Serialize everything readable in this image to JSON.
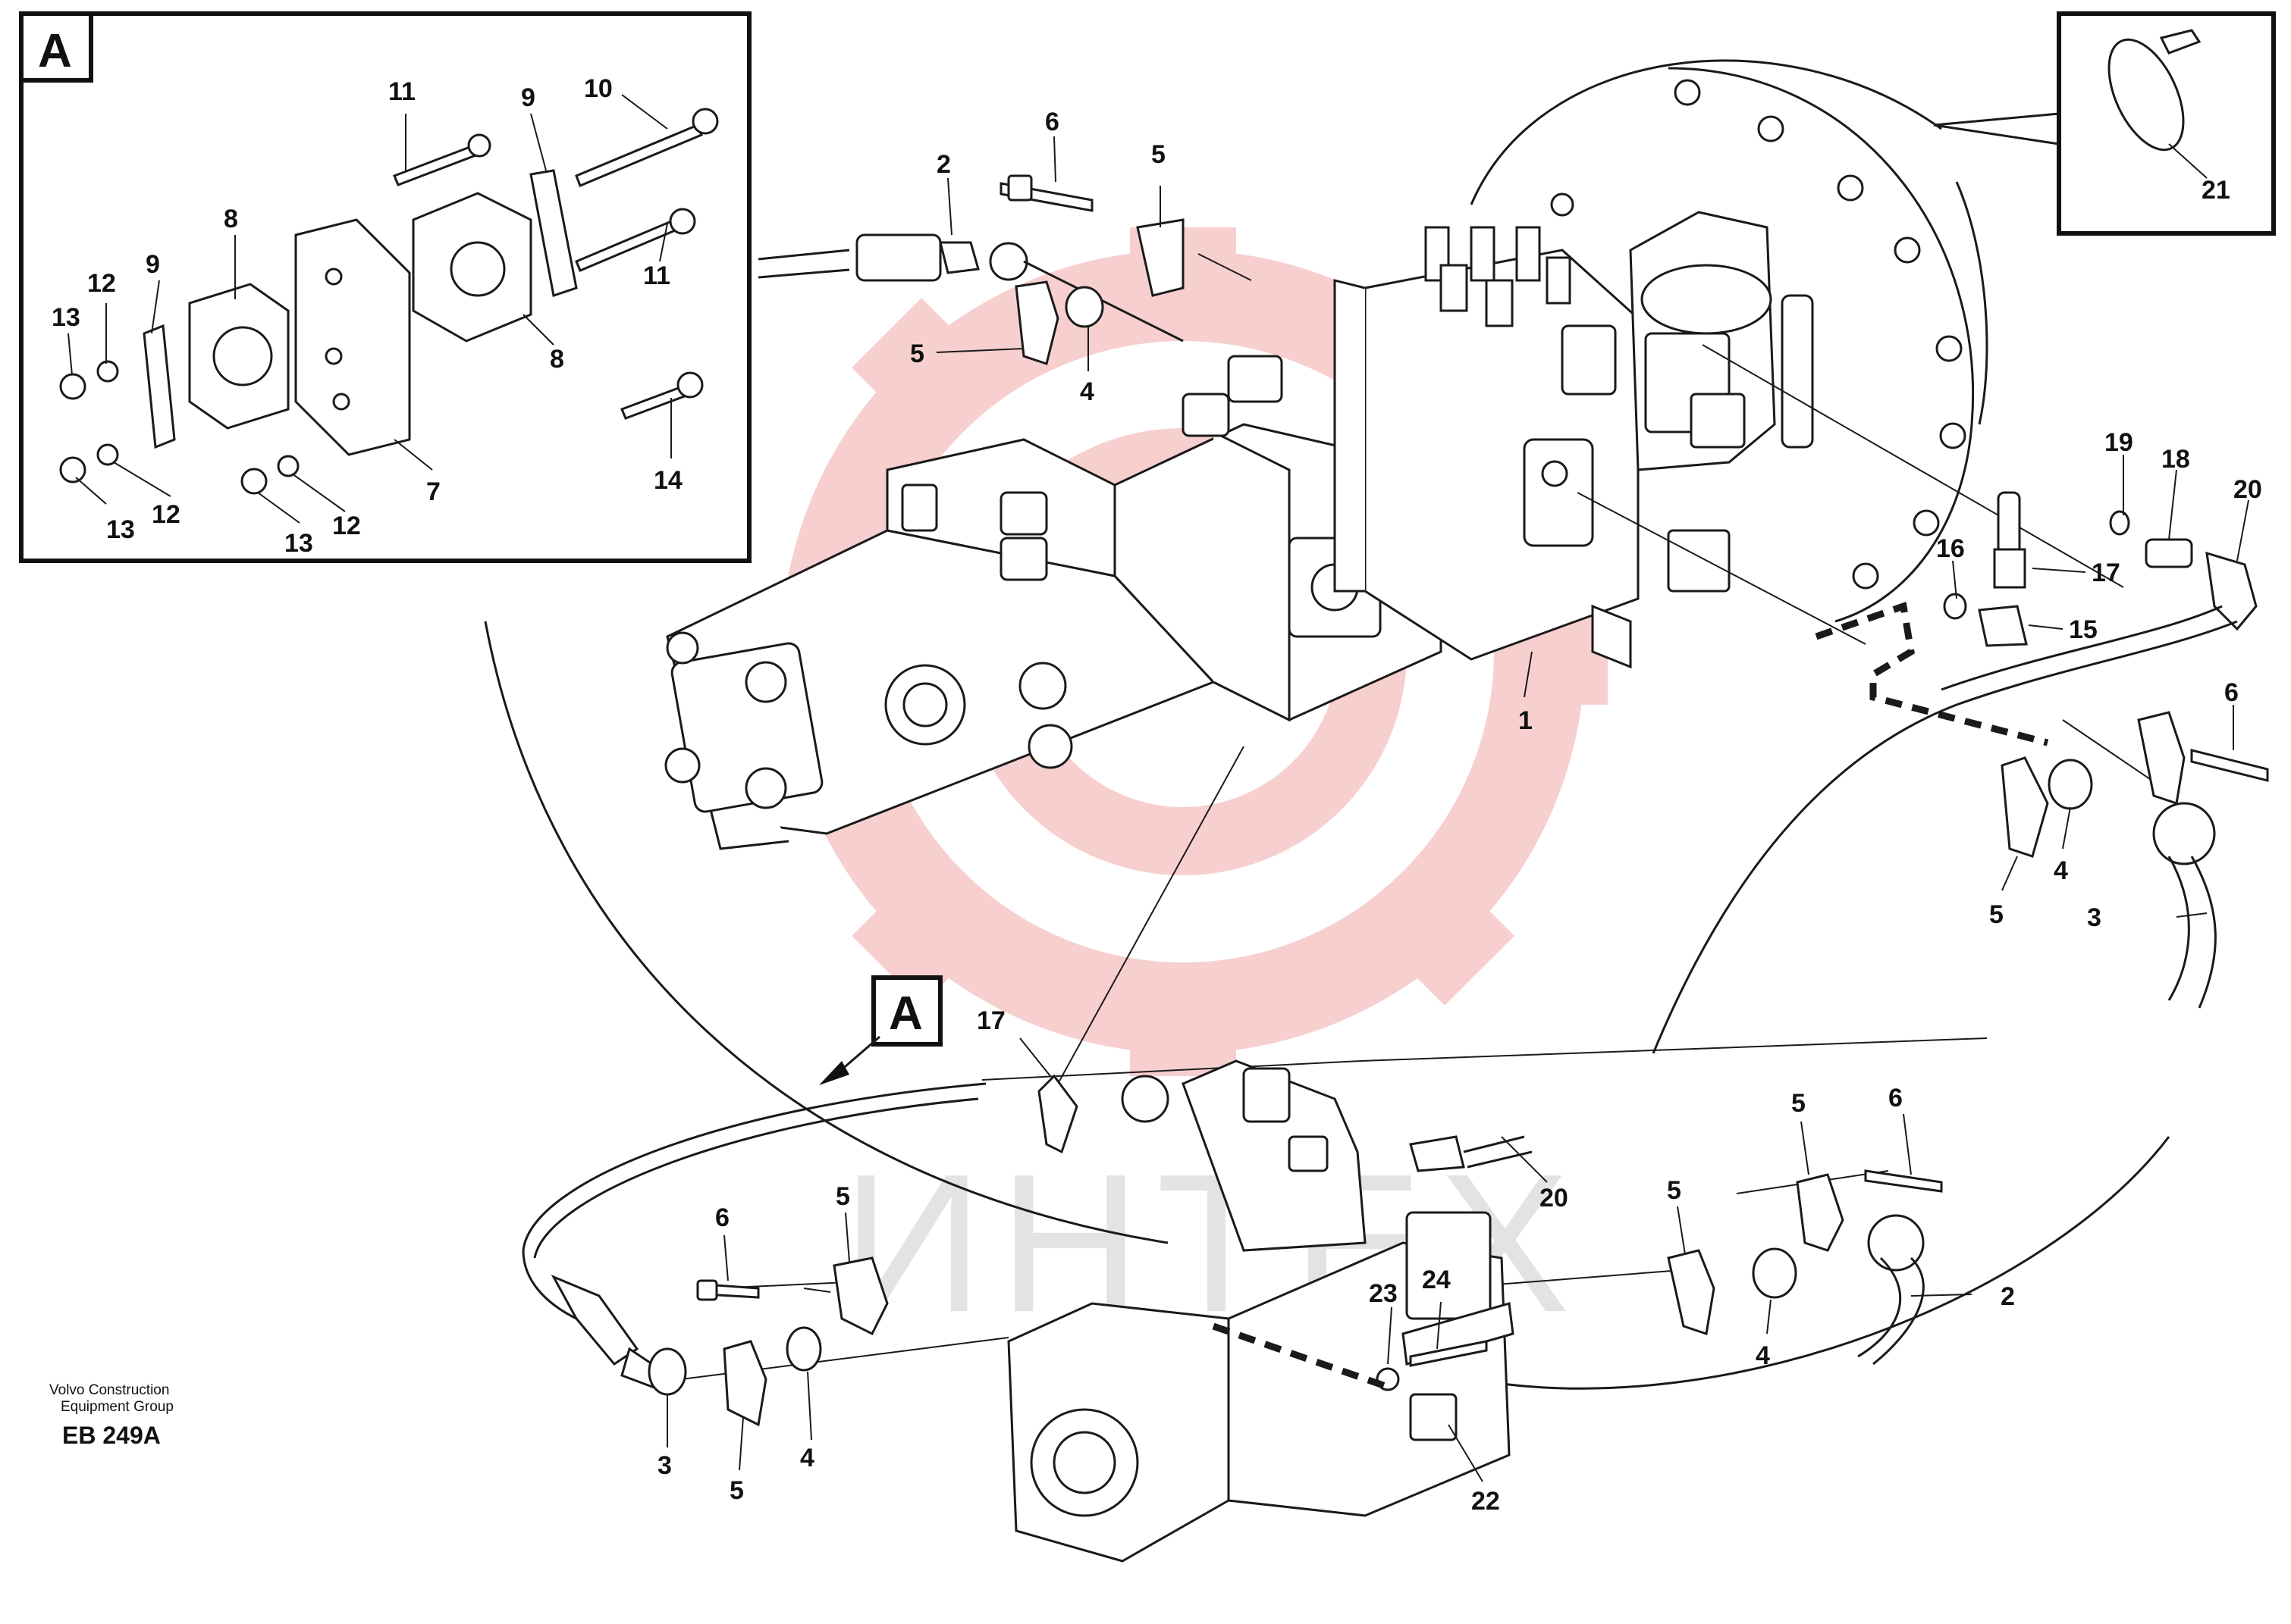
{
  "inset": {
    "label": "A",
    "callouts": [
      {
        "n": "11"
      },
      {
        "n": "9"
      },
      {
        "n": "10"
      },
      {
        "n": "8"
      },
      {
        "n": "12"
      },
      {
        "n": "9"
      },
      {
        "n": "13"
      },
      {
        "n": "11"
      },
      {
        "n": "8"
      },
      {
        "n": "7"
      },
      {
        "n": "14"
      },
      {
        "n": "13"
      },
      {
        "n": "12"
      },
      {
        "n": "13"
      },
      {
        "n": "12"
      }
    ]
  },
  "clip_detail": {
    "callout": "21"
  },
  "view_marker": {
    "label": "A"
  },
  "callouts": [
    "2",
    "6",
    "5",
    "5",
    "4",
    "1",
    "19",
    "18",
    "20",
    "16",
    "17",
    "15",
    "6",
    "4",
    "5",
    "3",
    "17",
    "20",
    "5",
    "6",
    "5",
    "2",
    "4",
    "22",
    "23",
    "24",
    "6",
    "5",
    "3",
    "5",
    "4"
  ],
  "watermark": {
    "text": "ИНТЕХ",
    "color": "#e8e8e8",
    "logo_color": "#f6c9c9"
  },
  "footer": {
    "company_line1": "Volvo Construction",
    "company_line2": "Equipment Group",
    "drawing_no": "EB 249A"
  }
}
